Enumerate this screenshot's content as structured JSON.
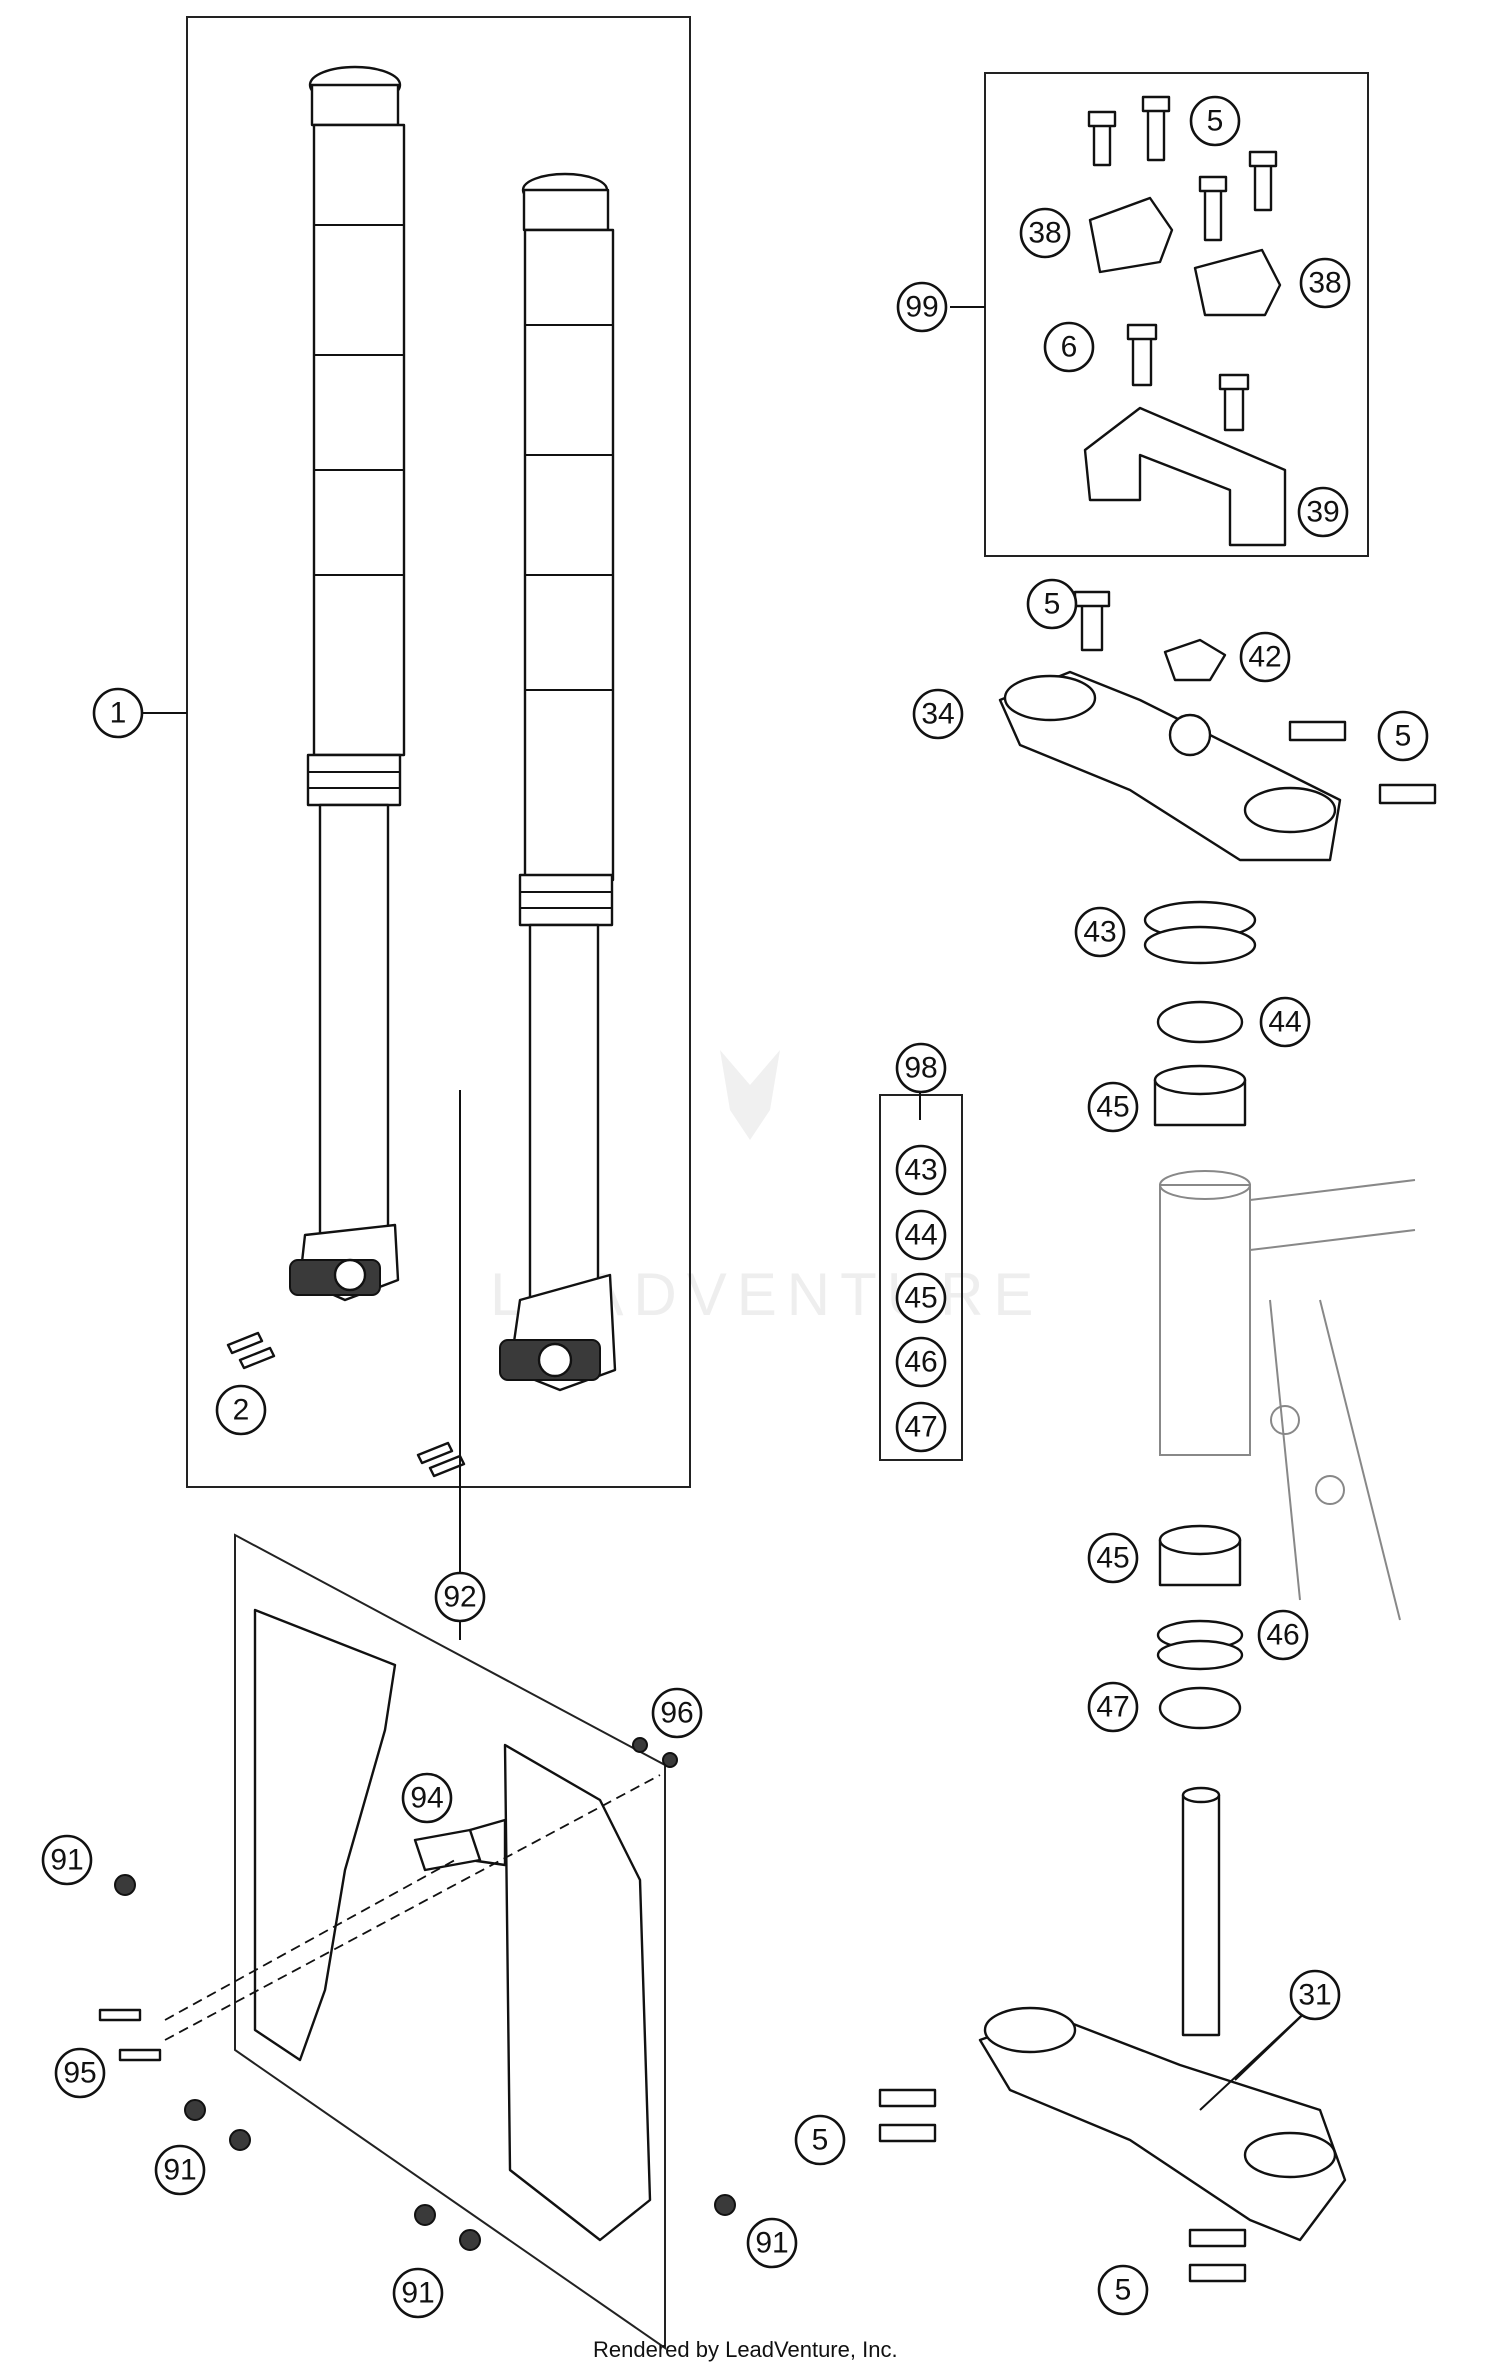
{
  "callouts": [
    {
      "id": "c1",
      "label": "1"
    },
    {
      "id": "c2",
      "label": "2"
    },
    {
      "id": "c5a",
      "label": "5"
    },
    {
      "id": "c38a",
      "label": "38"
    },
    {
      "id": "c38b",
      "label": "38"
    },
    {
      "id": "c99",
      "label": "99"
    },
    {
      "id": "c6",
      "label": "6"
    },
    {
      "id": "c39",
      "label": "39"
    },
    {
      "id": "c5b",
      "label": "5"
    },
    {
      "id": "c42",
      "label": "42"
    },
    {
      "id": "c34",
      "label": "34"
    },
    {
      "id": "c5c",
      "label": "5"
    },
    {
      "id": "c43a",
      "label": "43"
    },
    {
      "id": "c44a",
      "label": "44"
    },
    {
      "id": "c98",
      "label": "98"
    },
    {
      "id": "c45a",
      "label": "45"
    },
    {
      "id": "c43b",
      "label": "43"
    },
    {
      "id": "c44b",
      "label": "44"
    },
    {
      "id": "c45b",
      "label": "45"
    },
    {
      "id": "c46a",
      "label": "46"
    },
    {
      "id": "c47a",
      "label": "47"
    },
    {
      "id": "c92",
      "label": "92"
    },
    {
      "id": "c96",
      "label": "96"
    },
    {
      "id": "c94",
      "label": "94"
    },
    {
      "id": "c91a",
      "label": "91"
    },
    {
      "id": "c45c",
      "label": "45"
    },
    {
      "id": "c46b",
      "label": "46"
    },
    {
      "id": "c47b",
      "label": "47"
    },
    {
      "id": "c95",
      "label": "95"
    },
    {
      "id": "c91b",
      "label": "91"
    },
    {
      "id": "c91c",
      "label": "91"
    },
    {
      "id": "c91d",
      "label": "91"
    },
    {
      "id": "c31",
      "label": "31"
    },
    {
      "id": "c5d",
      "label": "5"
    },
    {
      "id": "c5e",
      "label": "5"
    }
  ],
  "watermark": {
    "text": "LEADVENTURE"
  },
  "footer": {
    "text": "Rendered by LeadVenture, Inc."
  }
}
